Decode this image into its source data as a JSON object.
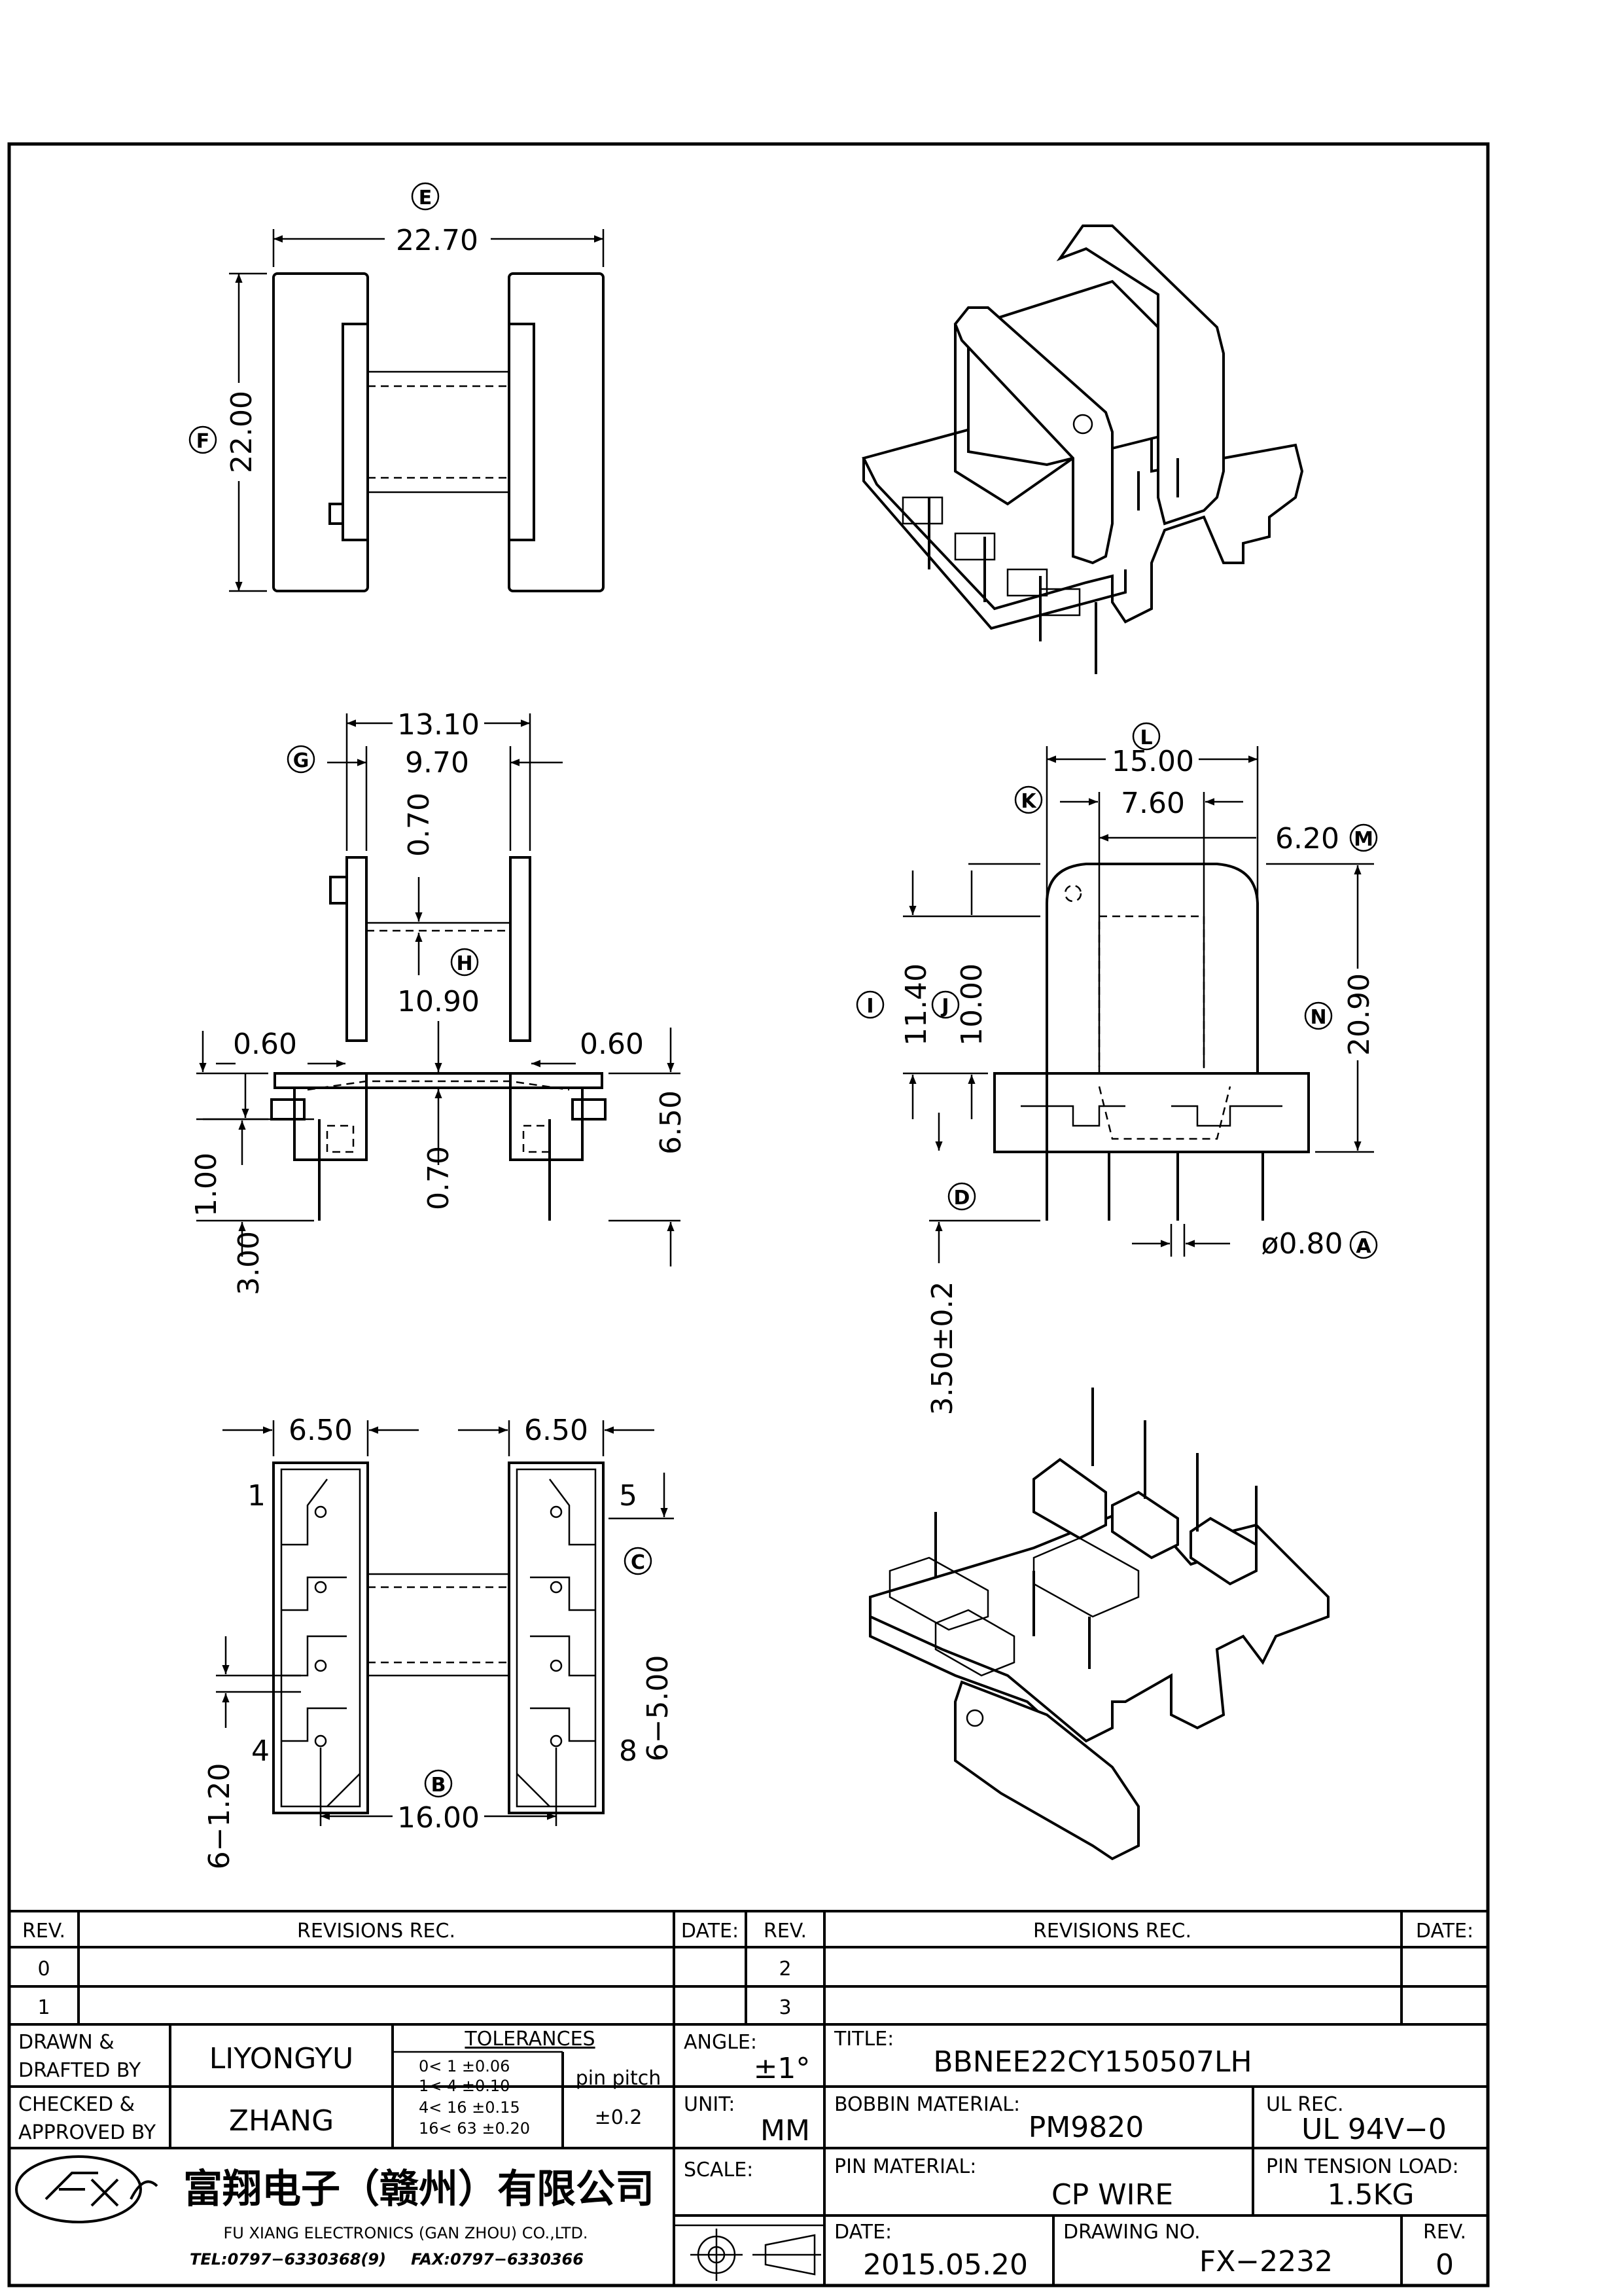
{
  "dims": {
    "E": "E",
    "F": "F",
    "G": "G",
    "H": "H",
    "I": "I",
    "J": "J",
    "K": "K",
    "L": "L",
    "M": "M",
    "N": "N",
    "D": "D",
    "A": "A",
    "C": "C",
    "B": "B",
    "width_top": "22.70",
    "height_top": "22.00",
    "front_outer": "13.10",
    "front_inner": "9.70",
    "wall_top": "0.70",
    "core_height": "10.90",
    "flange_left": "0.60",
    "flange_right": "0.60",
    "base_height": "6.50",
    "pin_step": "1.00",
    "pin_len": "3.00",
    "wall_bottom": "0.70",
    "side_overall": "15.00",
    "side_core": "7.60",
    "side_flange": "6.20",
    "side_h1": "11.40",
    "side_h2": "10.00",
    "side_total": "20.90",
    "pin_stand": "3.50±0.2",
    "pin_dia": "ø0.80",
    "bottom_left": "6.50",
    "bottom_right": "6.50",
    "pin_span": "16.00",
    "slot_left": "6−1.20",
    "slot_right": "6−5.00",
    "pin1": "1",
    "pin4": "4",
    "pin5": "5",
    "pin8": "8"
  },
  "revisions": {
    "col_rev": "REV.",
    "col_rec": "REVISIONS  REC.",
    "col_date": "DATE:",
    "rows_left": [
      "0",
      "1"
    ],
    "rows_right": [
      "2",
      "3"
    ]
  },
  "titleblock": {
    "drawn_label_1": "DRAWN &",
    "drawn_label_2": "DRAFTED BY",
    "drawn_by": "LIYONGYU",
    "checked_label_1": "CHECKED &",
    "checked_label_2": "APPROVED BY",
    "approved_by": "ZHANG",
    "tolerances_label": "TOLERANCES",
    "tol_rows": [
      "0<  1   ±0.06",
      "1<  4   ±0.10",
      "4<  16  ±0.15",
      "16<  63  ±0.20"
    ],
    "pin_pitch_label": "pin pitch",
    "pin_pitch": "±0.2",
    "angle_label": "ANGLE:",
    "angle": "±1°",
    "unit_label": "UNIT:",
    "unit": "MM",
    "scale_label": "SCALE:",
    "title_label": "TITLE:",
    "title": "BBNEE22CY150507LH",
    "bobbin_label": "BOBBIN MATERIAL:",
    "bobbin": "PM9820",
    "ul_label": "UL REC.",
    "ul": "UL 94V−0",
    "pin_mat_label": "PIN MATERIAL:",
    "pin_mat": "CP WIRE",
    "tension_label": "PIN TENSION LOAD:",
    "tension": "1.5KG",
    "date_label": "DATE:",
    "date": "2015.05.20",
    "drawing_label": "DRAWING NO.",
    "drawing_no": "FX−2232",
    "rev_label": "REV.",
    "rev": "0",
    "company_cn": "富翔电子（赣州）有限公司",
    "company_en": "FU XIANG ELECTRONICS (GAN ZHOU) CO.,LTD.",
    "tel": "TEL:0797−6330368(9)",
    "fax": "FAX:0797−6330366"
  }
}
